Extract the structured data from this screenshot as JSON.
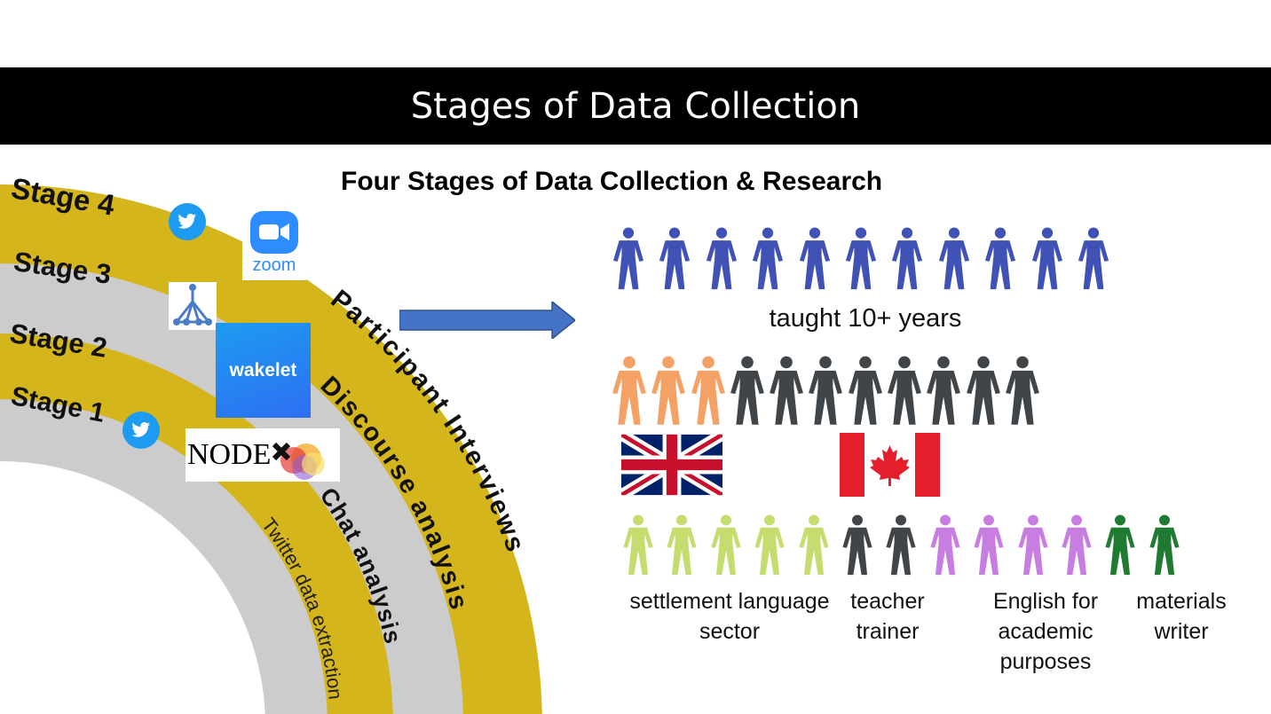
{
  "header": {
    "title": "Stages of Data Collection"
  },
  "subtitle": "Four Stages of Data Collection & Research",
  "stages": [
    {
      "label": "Stage 4",
      "activity": "Participant Interviews"
    },
    {
      "label": "Stage 3",
      "activity": "Discourse analysis"
    },
    {
      "label": "Stage 2",
      "activity": "Chat analysis"
    },
    {
      "label": "Stage 1",
      "activity": "Twitter data extraction"
    }
  ],
  "logos": {
    "zoom": "zoom",
    "wakelet": "wakelet",
    "nodexl": "NODE"
  },
  "groups": {
    "experience_label": "taught 10+ years",
    "experience_count": 11,
    "country_orange_count": 3,
    "country_gray_count": 8,
    "roles": [
      {
        "label": "settlement language sector",
        "count": 5,
        "color": "#c5dc6e"
      },
      {
        "label": "teacher trainer",
        "count": 2,
        "color": "#3f4549"
      },
      {
        "label": "English for academic purposes",
        "count": 4,
        "color": "#c77ee0"
      },
      {
        "label": "materials writer",
        "count": 2,
        "color": "#1f7a32"
      }
    ]
  },
  "colors": {
    "gold": "#d4b51c",
    "gray": "#cccccc",
    "blue_people": "#4052b5",
    "orange_people": "#f4a165",
    "dark_people": "#3f4549",
    "arrow": "#4472c4"
  }
}
